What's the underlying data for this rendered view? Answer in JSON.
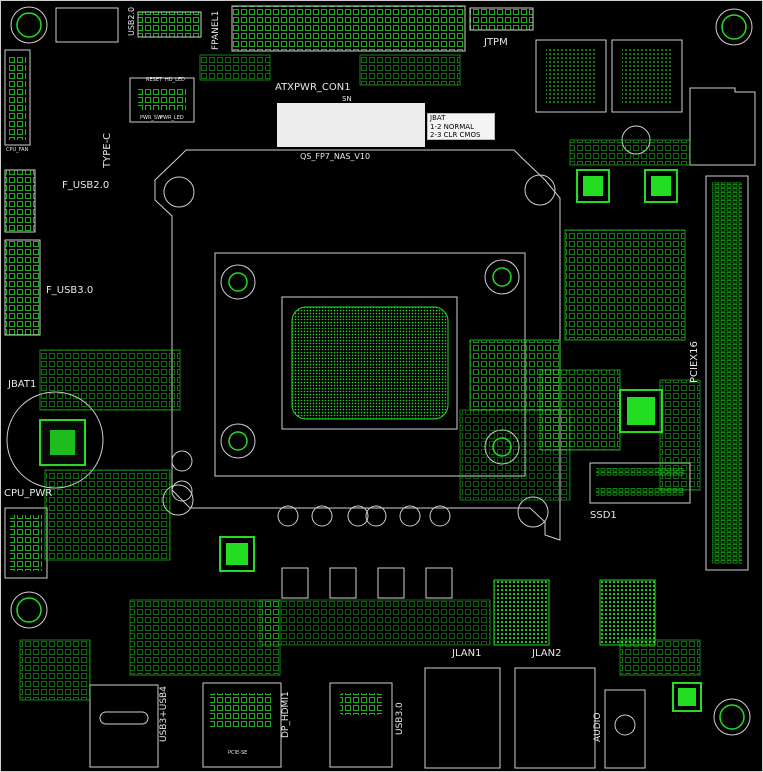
{
  "labels": {
    "usb20_top": "USB2.0",
    "fpanel1": "FPANEL1",
    "atxpwr": "ATXPWR_CON1",
    "jtpm": "JTPM",
    "sn": "SN",
    "qs_fp7": "QS_FP7_NAS_V10",
    "type_c": "TYPE-C",
    "f_usb20": "F_USB2.0",
    "f_usb30": "F_USB3.0",
    "cpu_fan": "CPU_FAN",
    "jbat1": "JBAT1",
    "cpu_pwr": "CPU_PWR",
    "pciex16": "PCIEX16",
    "ssd1": "SSD1",
    "jlan1": "JLAN1",
    "jlan2": "JLAN2",
    "usb3_usb4": "USB3+USB4",
    "dp_hdmi1": "DP_HDMI1",
    "usb30_bottom": "USB3.0",
    "audio": "AUDIO",
    "pcie_bottom": "PCIE-SE",
    "fp_reset": "RESET",
    "fp_hdled": "HD_LED",
    "fp_pwrsw": "PWR_SW",
    "fp_pwrled": "PWR_LED"
  },
  "jbat_table": {
    "title": "JBAT",
    "rows": [
      "1-2 NORMAL",
      "2-3 CLR CMOS"
    ]
  },
  "colors": {
    "background": "#000000",
    "silkscreen": "#e8e8e8",
    "component": "#22dd22",
    "outline": "#d8d8d8"
  }
}
